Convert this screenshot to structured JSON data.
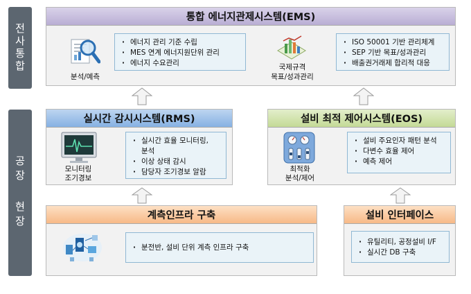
{
  "side": {
    "corporate": "전사통합",
    "plant": "공장 현장"
  },
  "ems": {
    "title": "통합 에너지관제시스템(EMS)",
    "icon1": "magnifier-chart-icon",
    "caption1": "분석/예측",
    "list1": [
      "에너지 관리 기준 수립",
      "MES 연계 에너지원단위 관리",
      "에너지 수요관리"
    ],
    "icon2": "document-chart-icon",
    "caption2_line1": "국제규격",
    "caption2_line2": "목표/성과관리",
    "list2": [
      "ISO 50001 기반 관리체계",
      "SEP 기반 목표/성과관리",
      "배출권거래제 합리적 대응"
    ]
  },
  "rms": {
    "title": "실시간 감시시스템(RMS)",
    "icon": "monitor-waveform-icon",
    "caption_line1": "모니터링",
    "caption_line2": "조기경보",
    "list": [
      "실시간 효율 모니터링,",
      "분석",
      "이상 상태 감시",
      "담당자 조기경보 알람"
    ]
  },
  "eos": {
    "title": "설비 최적 제어시스템(EOS)",
    "icon": "control-panel-gauges-icon",
    "caption_line1": "최적화",
    "caption_line2": "분석/제어",
    "list": [
      "설비 주요인자 패턴 분석",
      "다변수 효율 제어",
      "예측 제어"
    ]
  },
  "infra": {
    "title": "계측인프라 구축",
    "icon": "metering-network-icon",
    "list": [
      "분전반, 설비 단위 계측 인프라 구축"
    ]
  },
  "iface": {
    "title": "설비 인터페이스",
    "list": [
      "유틸리티, 공정설비 I/F",
      "실시간 DB 구축"
    ]
  },
  "colors": {
    "side": "#5c6670",
    "ems_header": "#b9aed4",
    "rms_header": "#86b1e3",
    "eos_header": "#c4da96",
    "infra_header": "#f7b987",
    "list_bg": "#eaf3f8",
    "arrow_fill": "#f4f4f4",
    "arrow_stroke": "#9a9a9a"
  }
}
